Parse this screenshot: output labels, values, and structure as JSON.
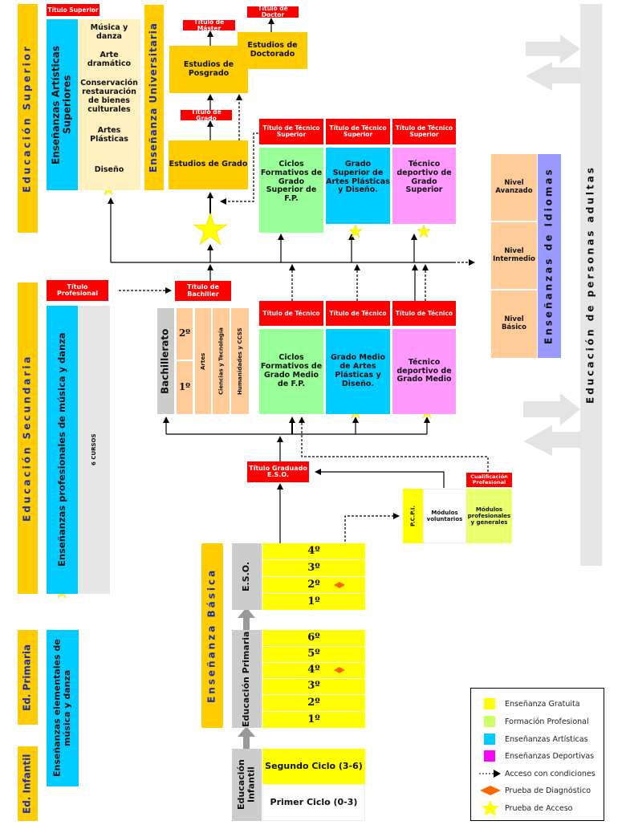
{
  "sections": {
    "superior": "Educación Superior",
    "universitaria": "Enseñanza Universitaria",
    "secundaria": "Educación Secundaria",
    "primaria": "Ed. Primaria",
    "infantil": "Ed. Infantil",
    "basica": "Enseñanza Básica",
    "idiomas": "Enseñanzas de Idiomas",
    "adultos": "Educación de personas adultas"
  },
  "artisticas_superiores": {
    "title_label": "Título Superior",
    "name": "Enseñanzas Artísticas Superiores",
    "items": [
      "Música y danza",
      "Arte dramático",
      "Conservación restauración de bienes culturales",
      "Artes Plásticas",
      "Diseño"
    ]
  },
  "universidad": {
    "titulo_master": "Título de Máster",
    "titulo_doctor": "Título de Doctor",
    "titulo_grado": "Título de Grado",
    "posgrado": "Estudios de Posgrado",
    "doctorado": "Estudios de Doctorado",
    "grado": "Estudios de Grado"
  },
  "superior_row": {
    "title": "Título de Técnico Superior",
    "boxes": [
      "Ciclos Formativos de Grado Superior de F.P.",
      "Grado Superior de Artes Plásticas y Diseño.",
      "Técnico deportivo de Grado Superior"
    ]
  },
  "medio_row": {
    "title": "Título de Técnico",
    "boxes": [
      "Ciclos Formativos de Grado Medio de F.P.",
      "Grado Medio de Artes Plásticas y Diseño.",
      "Técnico deportivo de Grado Medio"
    ]
  },
  "idiomas": {
    "levels": [
      "Nivel Avanzado",
      "Nivel Intermedio",
      "Nivel Básico"
    ]
  },
  "profesionales": {
    "title": "Título Profesional",
    "name": "Enseñanzas profesionales de música y danza",
    "courses": "6 CURSOS"
  },
  "bachillerato": {
    "title": "Título de Bachiller",
    "name": "Bachillerato",
    "years": [
      "2º",
      "1º"
    ],
    "modalities": [
      "Artes",
      "Ciencias y Tecnología",
      "Humanidades y CCSS"
    ]
  },
  "eso_title": "Título Graduado E.S.O.",
  "pcpi": {
    "name": "P.C.P.I.",
    "voluntarios": "Módulos voluntarios",
    "profesionales": "Módulos profesionales y generales",
    "cualificacion": "Cualificación Profesional"
  },
  "eso": {
    "name": "E.S.O.",
    "years": [
      "4º",
      "3º",
      "2º",
      "1º"
    ]
  },
  "primaria": {
    "name": "Educación Primaria",
    "years": [
      "6º",
      "5º",
      "4º",
      "3º",
      "2º",
      "1º"
    ]
  },
  "infantil": {
    "name": "Educación Infantil",
    "segundo": "Segundo Ciclo (3-6)",
    "primero": "Primer Ciclo (0-3)"
  },
  "elementales": "Enseñanzas elementales de música y danza",
  "legend": [
    {
      "label": "Enseñanza Gratuita",
      "color": "#ffff00"
    },
    {
      "label": "Formación Profesional",
      "color": "#ccff66"
    },
    {
      "label": "Enseñanzas Artísticas",
      "color": "#00ccff"
    },
    {
      "label": "Enseñanzas Deportivas",
      "color": "#ff00ff"
    },
    {
      "label": "Acceso con condiciones",
      "icon": "dashed-arrow-icon"
    },
    {
      "label": "Prueba de Diagnóstico",
      "icon": "diamond-icon",
      "color": "#ff6600"
    },
    {
      "label": "Prueba de Acceso",
      "icon": "star-icon",
      "color": "#ffff00"
    }
  ]
}
